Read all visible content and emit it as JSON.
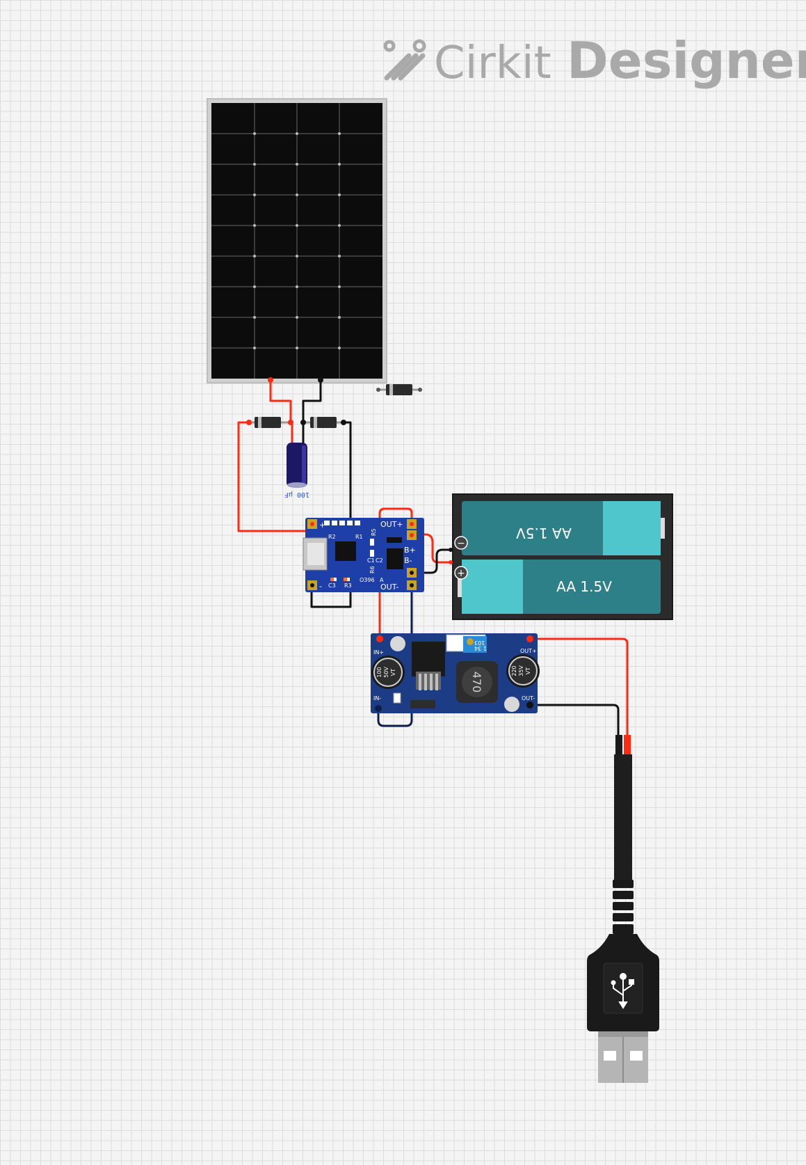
{
  "logo": {
    "brand": "Cirkit",
    "product": "Designer"
  },
  "capacitor": {
    "label": "100 µF"
  },
  "charger": {
    "pins": {
      "plus": "+",
      "minus": "-",
      "out_plus": "OUT+",
      "out_minus": "OUT-",
      "b_plus": "B+",
      "b_minus": "B-"
    },
    "silk": [
      "R2",
      "R1",
      "R5",
      "C1",
      "C2",
      "R6",
      "C3",
      "R3",
      "O396",
      "A"
    ]
  },
  "battery": {
    "cell_top": "AA 1.5V",
    "cell_bottom": "AA 1.5V",
    "minus_symbol": "−",
    "plus_symbol": "+"
  },
  "buck": {
    "in_plus": "IN+",
    "in_minus": "IN-",
    "out_plus": "OUT+",
    "out_minus": "OUT-",
    "inductor": "470",
    "cap_left": [
      "100",
      "50V",
      "VT"
    ],
    "cap_right": [
      "220",
      "35V",
      "VT"
    ],
    "pot": [
      "103",
      "1 34"
    ]
  },
  "colors": {
    "wire_red": "#ff2a12",
    "wire_black": "#111111",
    "wire_navy": "#0c1e4a",
    "pcb_blue": "#1f3fa8",
    "battery_teal": "#2e8088",
    "battery_highlight": "#4ec6cc"
  }
}
